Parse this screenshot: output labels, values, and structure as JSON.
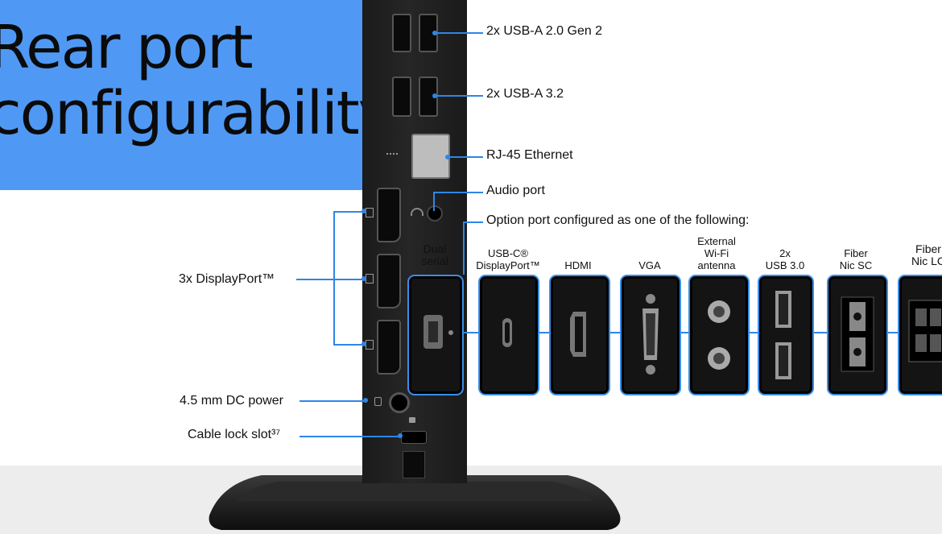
{
  "hero": {
    "title_line1": "Rear port",
    "title_line2": "configurability"
  },
  "right_labels": {
    "usb2": "2x USB-A 2.0 Gen 2",
    "usb32": "2x USB-A 3.2",
    "ethernet": "RJ-45 Ethernet",
    "audio": "Audio port",
    "option": "Option port configured as one of the following:"
  },
  "left_labels": {
    "displayport": "3x DisplayPort™",
    "dc_power": "4.5 mm DC power",
    "cable_lock": "Cable lock slot³⁷"
  },
  "option_modules": [
    {
      "label": "Dual\nserial",
      "icon": "serial-port-icon"
    },
    {
      "label": "USB-C®\nDisplayPort™",
      "icon": "usb-c-icon"
    },
    {
      "label": "HDMI",
      "icon": "hdmi-icon"
    },
    {
      "label": "VGA",
      "icon": "vga-icon"
    },
    {
      "label": "External\nWi-Fi\nantenna",
      "icon": "antenna-icon"
    },
    {
      "label": "2x\nUSB 3.0",
      "icon": "usb-icon"
    },
    {
      "label": "Fiber\nNic SC",
      "icon": "fiber-sc-icon"
    },
    {
      "label": "Fiber\nNic LC",
      "icon": "fiber-lc-icon"
    }
  ],
  "colors": {
    "hero_bg": "#4f99f5",
    "accent": "#2e86e8",
    "device": "#1f1f1f"
  }
}
